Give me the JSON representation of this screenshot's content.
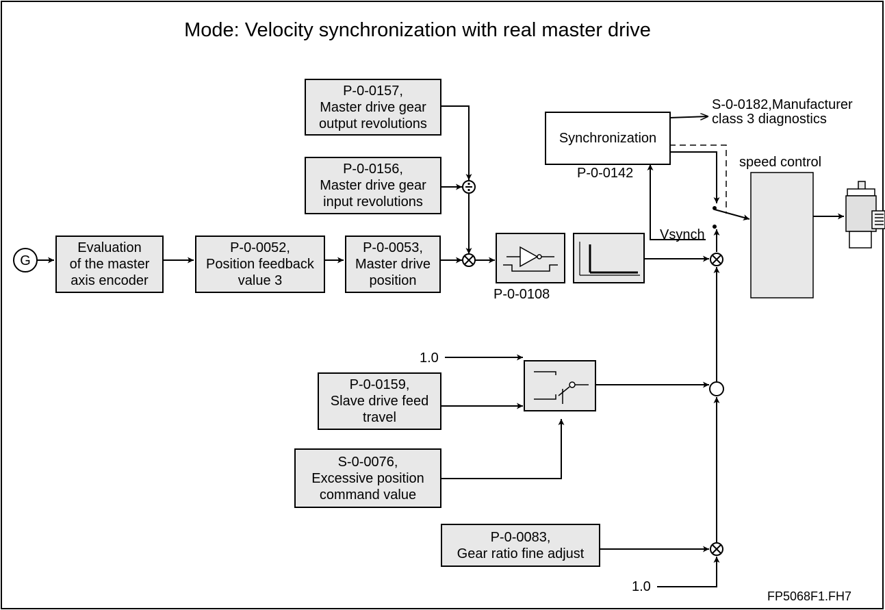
{
  "title": "Mode:  Velocity synchronization with real master drive",
  "generator_symbol": "G",
  "blocks": {
    "evaluation": [
      "Evaluation",
      "of the master",
      "axis encoder"
    ],
    "p0052": [
      "P-0-0052,",
      "Position feedback",
      "value 3"
    ],
    "p0053": [
      "P-0-0053,",
      "Master drive",
      "position"
    ],
    "p0157": [
      "P-0-0157,",
      "Master drive gear",
      "output revolutions"
    ],
    "p0156": [
      "P-0-0156,",
      "Master drive gear",
      "input revolutions"
    ],
    "p0159": [
      "P-0-0159,",
      "Slave drive feed",
      "travel"
    ],
    "s0076": [
      "S-0-0076,",
      "Excessive position",
      "command value"
    ],
    "p0083": [
      "P-0-0083,",
      "Gear ratio fine adjust"
    ],
    "synchronization": "Synchronization"
  },
  "labels": {
    "p0108": "P-0-0108",
    "p0142": "P-0-0142",
    "s0182_line1": "S-0-0182,Manufacturer",
    "s0182_line2": "class 3 diagnostics",
    "speed_control": "speed control",
    "vsynch": "Vsynch",
    "one_top": "1.0",
    "one_bottom": "1.0",
    "file_id": "FP5068F1.FH7"
  }
}
